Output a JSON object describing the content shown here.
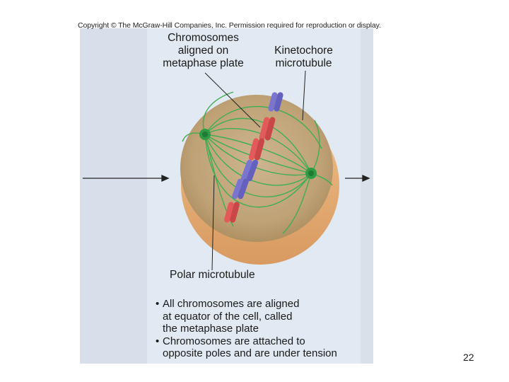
{
  "copyright": "Copyright © The McGraw-Hill Companies, Inc. Permission required for reproduction or display.",
  "labels": {
    "chromosomes_aligned": [
      "Chromosomes",
      "aligned on",
      "metaphase plate"
    ],
    "kinetochore_microtubule": [
      "Kinetochore",
      "microtubule"
    ],
    "polar_microtubule": "Polar microtubule"
  },
  "bullets": [
    {
      "marker": "•",
      "lines": [
        "All chromosomes are aligned",
        "at equator of the cell, called",
        "the metaphase plate"
      ]
    },
    {
      "marker": "•",
      "lines": [
        "Chromosomes are attached to",
        "opposite poles and are under tension"
      ]
    }
  ],
  "page_number": "22",
  "colors": {
    "panel": "#e1e9f2",
    "cell_fill": "#c4a57a",
    "cell_rim": "#e8b27a",
    "spindle": "#3fae52",
    "chromosome_red": "#e25a5a",
    "chromosome_blue": "#7a76cf"
  }
}
